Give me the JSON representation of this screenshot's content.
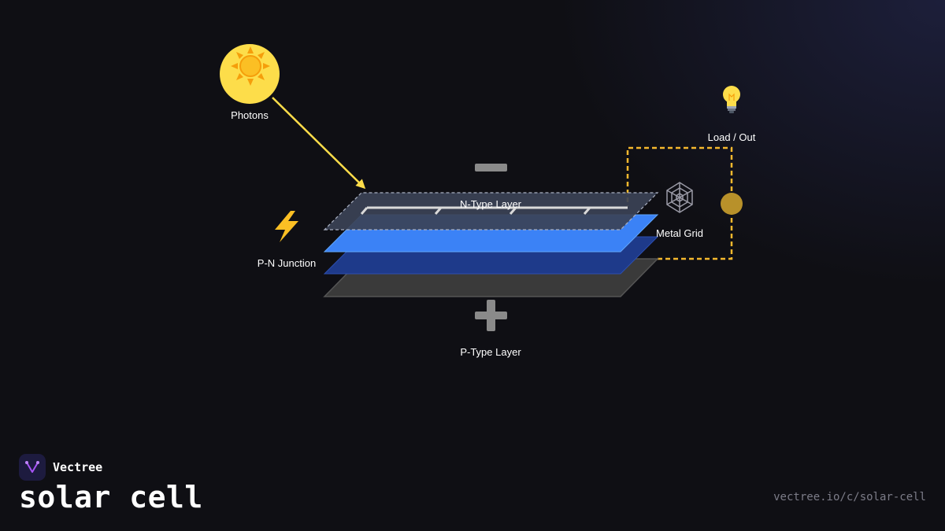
{
  "diagram": {
    "photons": {
      "label": "Photons",
      "icon": "sun-icon",
      "color": "#fddd4a"
    },
    "load": {
      "label": "Load / Out",
      "icon": "lightbulb-icon"
    },
    "n_type": {
      "label": "N-Type Layer",
      "icon": "minus-icon"
    },
    "pn_junction": {
      "label": "P-N Junction",
      "icon": "lightning-icon"
    },
    "metal_grid": {
      "label": "Metal Grid",
      "icon": "web-icon"
    },
    "p_type": {
      "label": "P-Type Layer",
      "icon": "plus-icon"
    },
    "colors": {
      "top_layer": "#3b4256",
      "n_layer": "#3b82f6",
      "junction_layer": "#1e3a8a",
      "p_layer": "#3a3a3a",
      "circuit": "#f5b82e",
      "arrow": "#fddd4a"
    }
  },
  "footer": {
    "brand": "Vectree",
    "title": "solar cell",
    "url": "vectree.io/c/solar-cell"
  }
}
